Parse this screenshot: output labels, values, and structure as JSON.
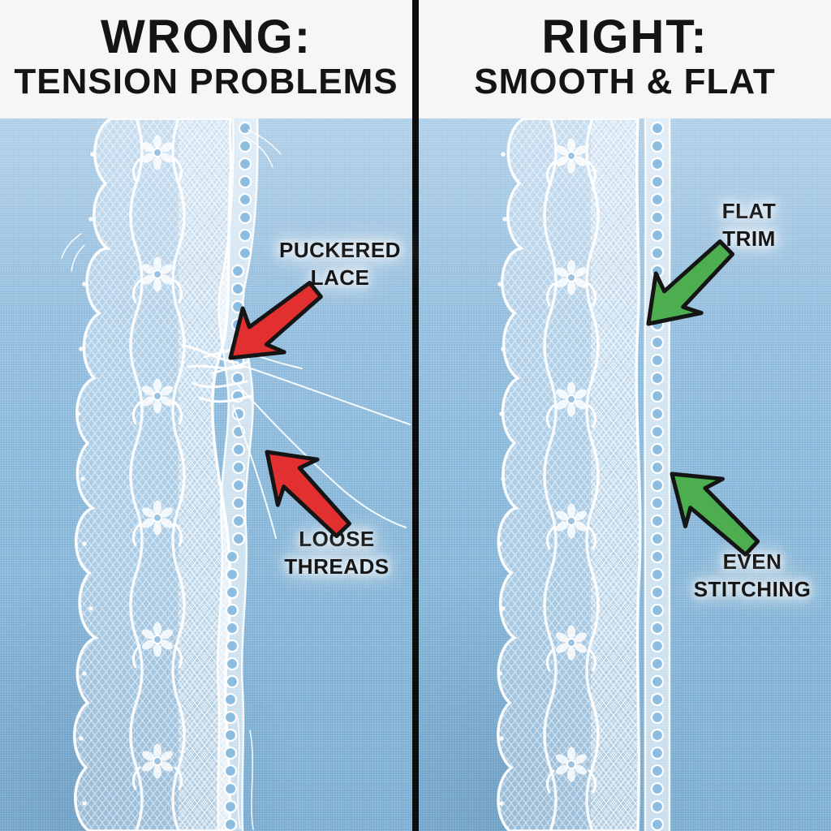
{
  "left_panel": {
    "heading": "WRONG:",
    "subheading": "TENSION PROBLEMS",
    "labels": {
      "puckered": {
        "line1": "PUCKERED",
        "line2": "LACE"
      },
      "loose": {
        "line1": "LOOSE",
        "line2": "THREADS"
      }
    }
  },
  "right_panel": {
    "heading": "RIGHT:",
    "subheading": "SMOOTH & FLAT",
    "labels": {
      "flat": {
        "line1": "FLAT",
        "line2": "TRIM"
      },
      "even": {
        "line1": "EVEN",
        "line2": "STITCHING"
      }
    }
  },
  "colors": {
    "header_bg": "#f6f6f6",
    "heading_text": "#141414",
    "divider_black": "#0d0d0d",
    "fabric_blue": "#8cbbdd",
    "lace_white": "#ffffff",
    "wrong_arrow_red": "#e23030",
    "right_arrow_green": "#4cae4f",
    "arrow_outline": "#151515"
  }
}
